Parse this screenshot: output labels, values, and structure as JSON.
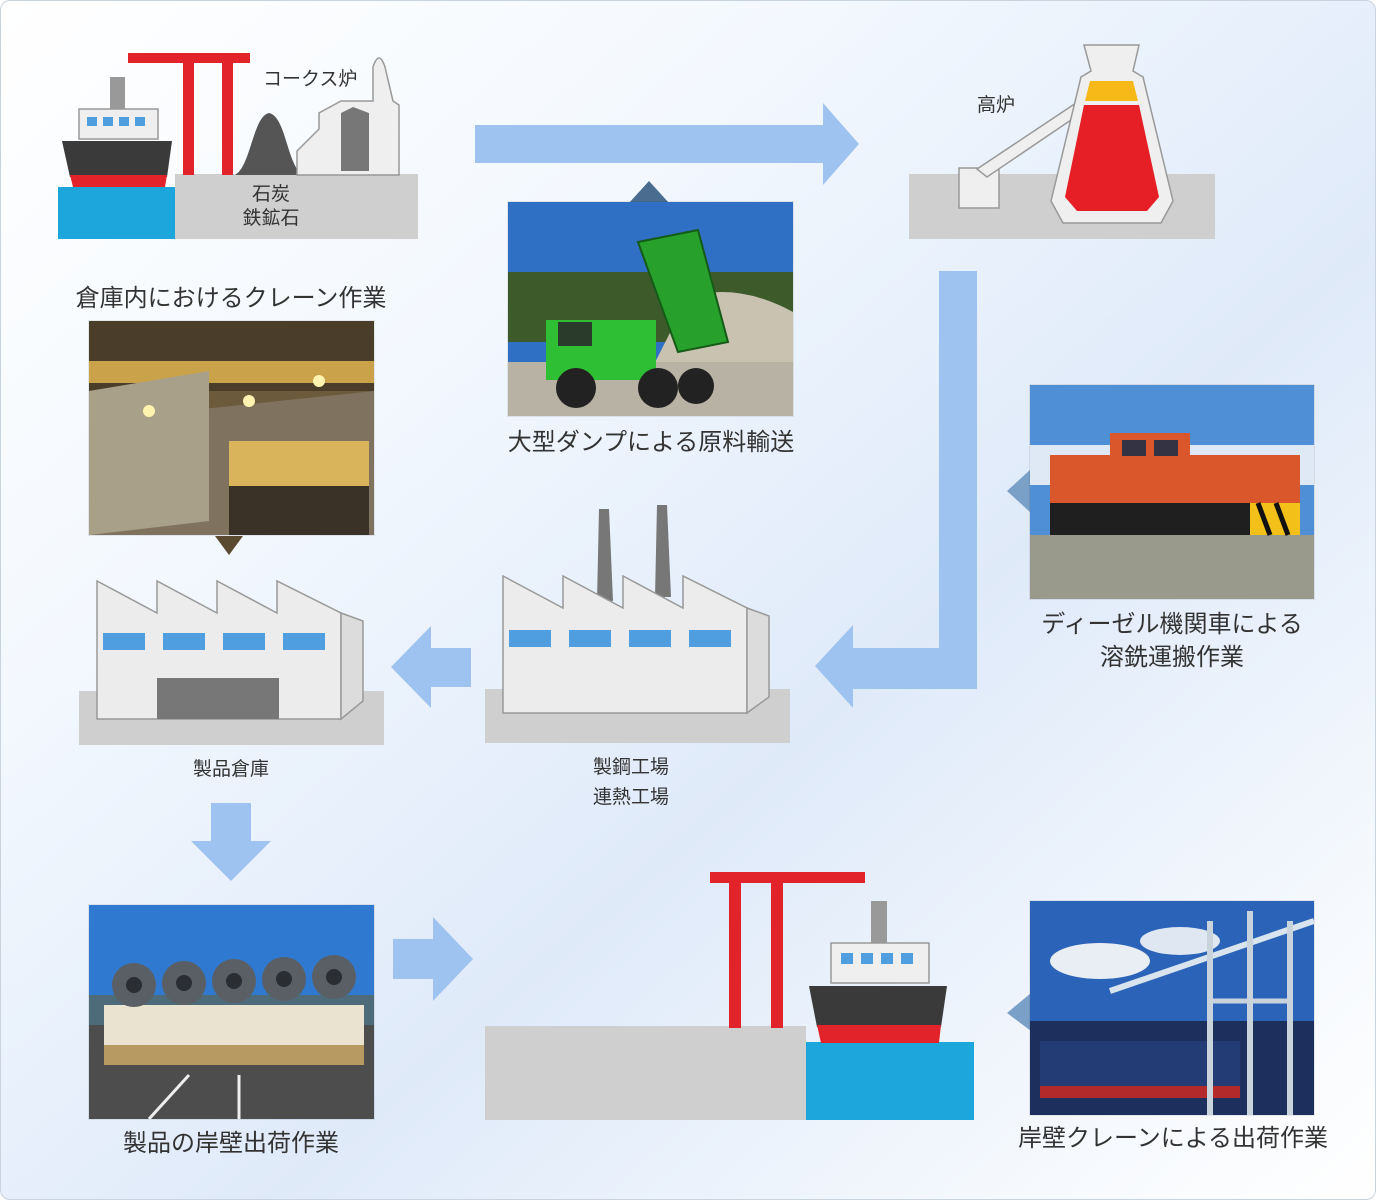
{
  "labels": {
    "coke_oven": "コークス炉",
    "coal": "石炭",
    "iron_ore": "鉄鉱石",
    "blast_furnace": "高炉",
    "warehouse_crane": "倉庫内におけるクレーン作業",
    "dump_truck": "大型ダンプによる原料輸送",
    "diesel_loco_1": "ディーゼル機関車による",
    "diesel_loco_2": "溶銑運搬作業",
    "product_warehouse": "製品倉庫",
    "steel_plant_1": "製鋼工場",
    "steel_plant_2": "連熱工場",
    "product_shipping": "製品の岸壁出荷作業",
    "quay_crane": "岸壁クレーンによる出荷作業"
  },
  "photos": {
    "dump_truck": "dump-truck-photo",
    "warehouse": "warehouse-crane-photo",
    "locomotive": "diesel-locomotive-photo",
    "transporter": "coil-transporter-photo",
    "quay_crane": "quay-crane-photo"
  },
  "colors": {
    "arrow": "#9fc3f0",
    "crane_red": "#e2242a",
    "water": "#1ca6dc",
    "ground": "#cfcfcf",
    "building": "#ececec",
    "window": "#4f9fe0",
    "furnace_red": "#e61e25",
    "furnace_yellow": "#f6b918"
  }
}
